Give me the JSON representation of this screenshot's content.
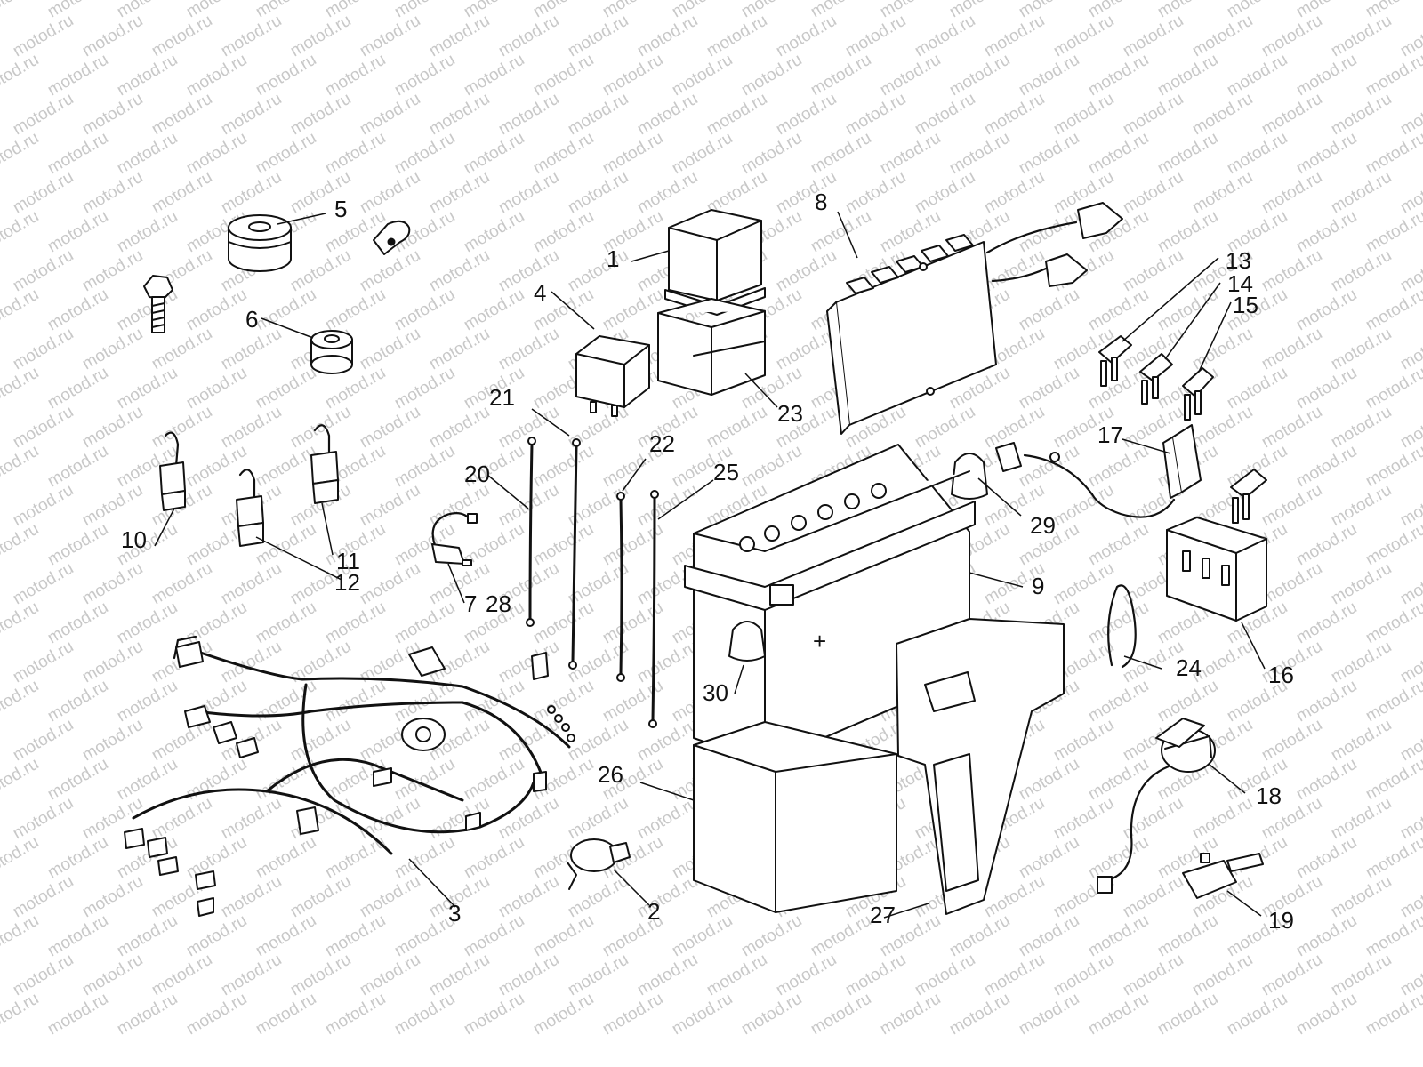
{
  "watermark": {
    "text": "motod.ru",
    "color": "#c8c8c8"
  },
  "colors": {
    "line": "#111111",
    "background": "#ffffff"
  },
  "callouts": {
    "c1": "1",
    "c2": "2",
    "c3": "3",
    "c4": "4",
    "c5": "5",
    "c6": "6",
    "c7": "7",
    "c8": "8",
    "c9": "9",
    "c10": "10",
    "c11": "11",
    "c12": "12",
    "c13": "13",
    "c14": "14",
    "c15": "15",
    "c16": "16",
    "c17": "17",
    "c18": "18",
    "c19": "19",
    "c20": "20",
    "c21": "21",
    "c22": "22",
    "c23": "23",
    "c24": "24",
    "c25": "25",
    "c26": "26",
    "c27": "27",
    "c28": "28",
    "c29": "29",
    "c30": "30"
  },
  "battery": {
    "polarity_symbol": "+"
  }
}
